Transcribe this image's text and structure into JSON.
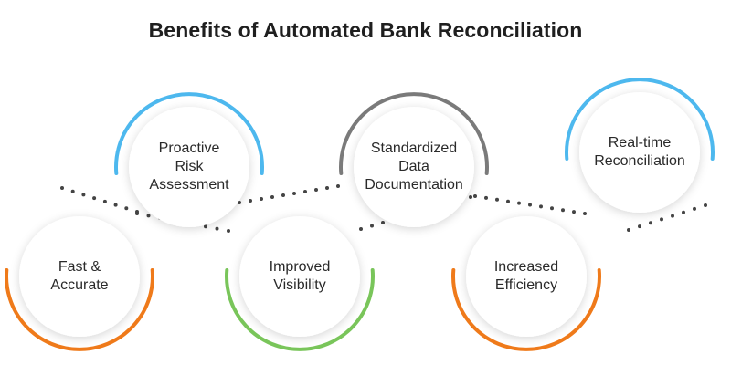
{
  "title": "Benefits of Automated Bank Reconciliation",
  "benefits": [
    {
      "name": "Fast & Accurate",
      "lines": [
        "Fast &",
        "Accurate"
      ],
      "accent": "#ef7a1a",
      "arc": "bottom"
    },
    {
      "name": "Proactive Risk Assessment",
      "lines": [
        "Proactive",
        "Risk",
        "Assessment"
      ],
      "accent": "#4db8ee",
      "arc": "top"
    },
    {
      "name": "Improved Visibility",
      "lines": [
        "Improved",
        "Visibility"
      ],
      "accent": "#79c55a",
      "arc": "bottom"
    },
    {
      "name": "Standardized Data Documentation",
      "lines": [
        "Standardized",
        "Data",
        "Documentation"
      ],
      "accent": "#7a7a7a",
      "arc": "top"
    },
    {
      "name": "Increased Efficiency",
      "lines": [
        "Increased",
        "Efficiency"
      ],
      "accent": "#ef7a1a",
      "arc": "bottom"
    },
    {
      "name": "Real-time Reconciliation",
      "lines": [
        "Real-time",
        "Reconciliation"
      ],
      "accent": "#4db8ee",
      "arc": "top"
    }
  ],
  "colors": {
    "dots": "#444444",
    "circle_fill": "#ffffff",
    "text": "#2a2a2a"
  }
}
